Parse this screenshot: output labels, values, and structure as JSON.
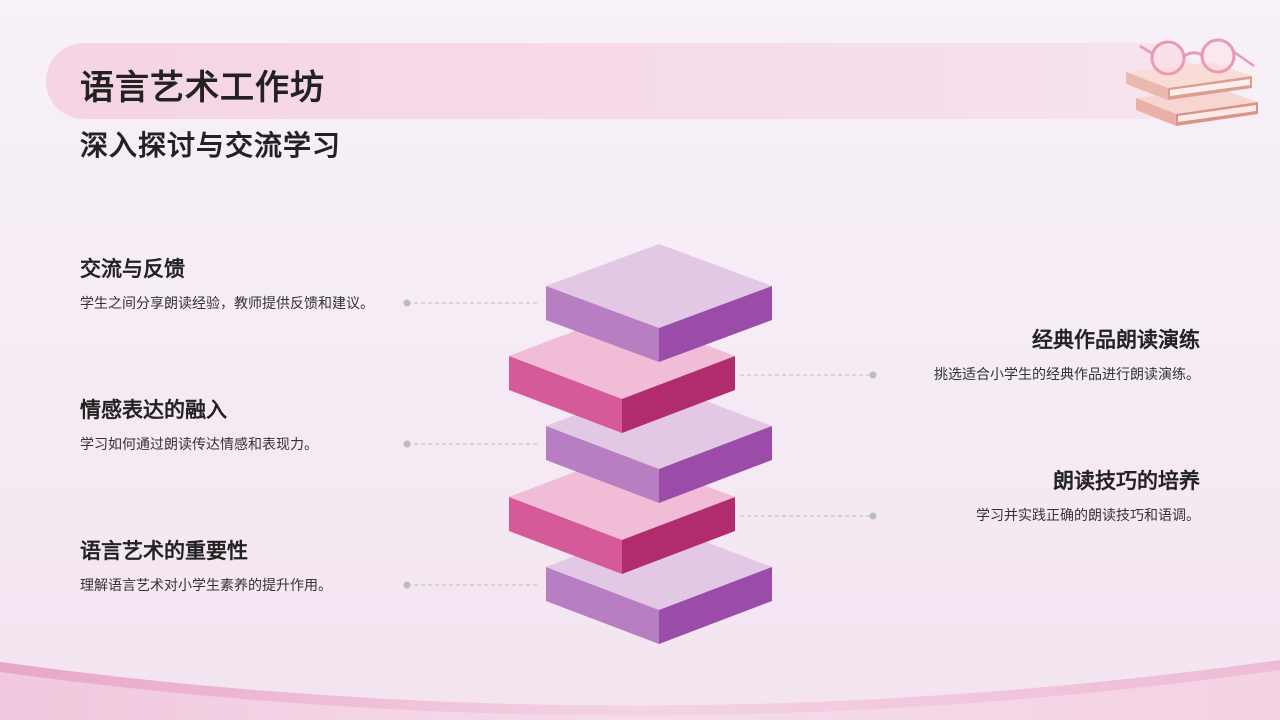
{
  "header": {
    "title": "语言艺术工作坊",
    "subtitle": "深入探讨与交流学习"
  },
  "items_left": [
    {
      "title": "交流与反馈",
      "desc": "学生之间分享朗读经验，教师提供反馈和建议。"
    },
    {
      "title": "情感表达的融入",
      "desc": "学习如何通过朗读传达情感和表现力。"
    },
    {
      "title": "语言艺术的重要性",
      "desc": "理解语言艺术对小学生素养的提升作用。"
    }
  ],
  "items_right": [
    {
      "title": "经典作品朗读演练",
      "desc": "挑选适合小学生的经典作品进行朗读演练。"
    },
    {
      "title": "朗读技巧的培养",
      "desc": "学习并实践正确的朗读技巧和语调。"
    }
  ],
  "colors": {
    "purple_top": "#e3c8e6",
    "purple_left": "#b77ec1",
    "purple_right": "#9a4ca8",
    "pink_top": "#f0bcd6",
    "pink_left": "#d65a9a",
    "pink_right": "#b12c6e",
    "connector": "#b8bcc4"
  },
  "icons": [
    "glasses-on-books-icon"
  ]
}
